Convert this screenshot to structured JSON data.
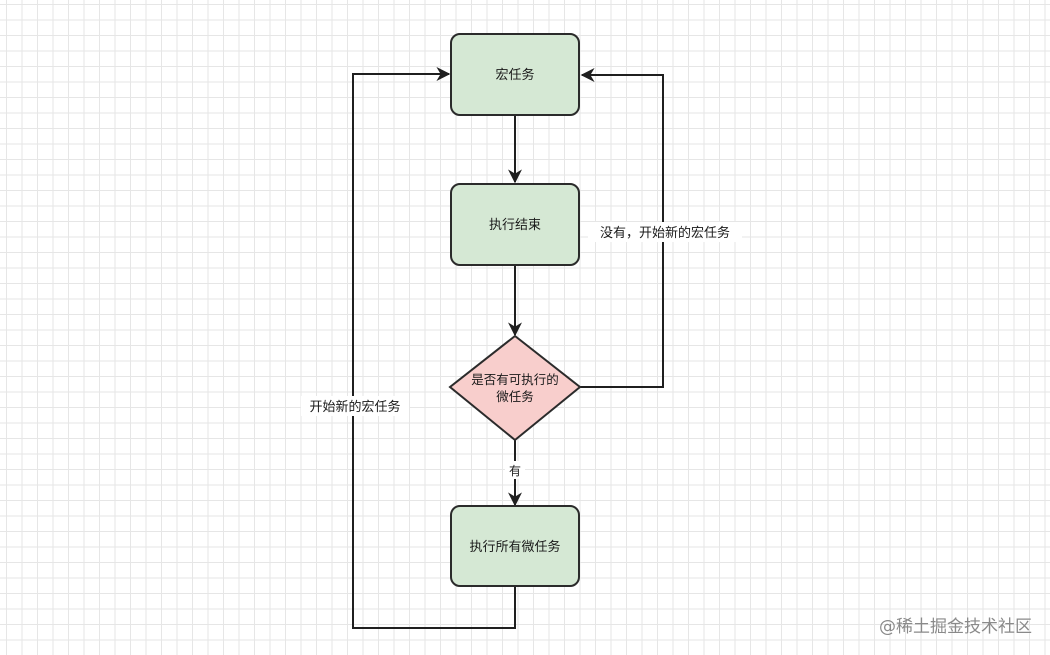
{
  "colors": {
    "process_fill": "#d5e8d4",
    "process_stroke": "#2b2b2b",
    "decision_fill": "#f8cecc",
    "line": "#1f1f1f"
  },
  "nodes": {
    "macro_task": "宏任务",
    "exec_done": "执行结束",
    "decision_line1": "是否有可执行的",
    "decision_line2": "微任务",
    "exec_micro": "执行所有微任务"
  },
  "edges": {
    "none_label": "没有，开始新的宏任务",
    "yes_label": "有",
    "loop_label": "开始新的宏任务"
  },
  "watermark": "@稀土掘金技术社区"
}
